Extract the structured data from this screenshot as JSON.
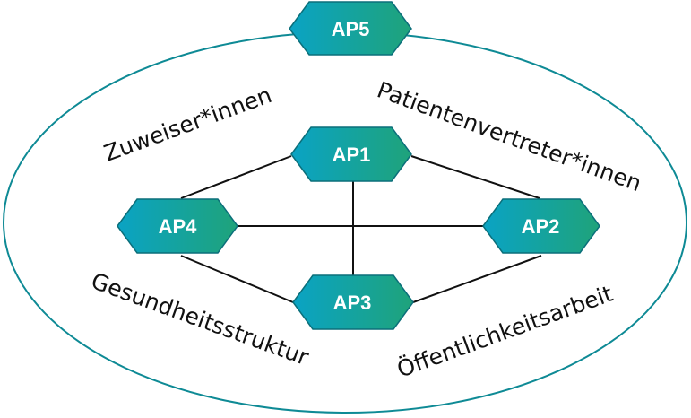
{
  "colors": {
    "ellipse_stroke": "#0e8a95",
    "hex_fill_start": "#0aa3c4",
    "hex_fill_end": "#1fa37a",
    "hex_stroke": "#0b6f7a",
    "connector": "#111111"
  },
  "nodes": {
    "ap1": "AP1",
    "ap2": "AP2",
    "ap3": "AP3",
    "ap4": "AP4",
    "ap5": "AP5"
  },
  "stakeholders": {
    "referrers": "Zuweiser*innen",
    "patient_reps": "Patientenvertreter*innen",
    "health_structure": "Gesundheitsstruktur",
    "public_relations": "Öffentlichkeitsarbeit"
  },
  "connections": [
    [
      "ap1",
      "ap4"
    ],
    [
      "ap1",
      "ap2"
    ],
    [
      "ap1",
      "ap3"
    ],
    [
      "ap4",
      "ap2"
    ],
    [
      "ap4",
      "ap3"
    ],
    [
      "ap3",
      "ap2"
    ]
  ]
}
